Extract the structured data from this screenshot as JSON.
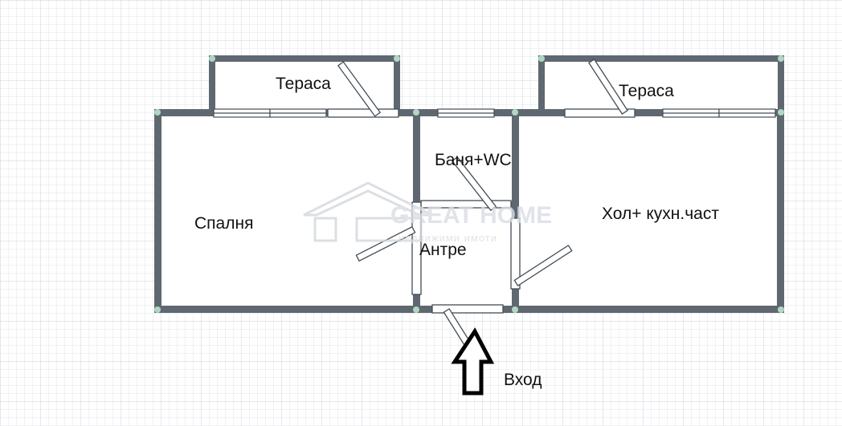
{
  "plan": {
    "rooms": {
      "terrace_left": "Тераса",
      "terrace_right": "Тераса",
      "bathroom": "Баня+WC",
      "bedroom": "Спалня",
      "living": "Хол+ кухн.част",
      "hallway": "Антре"
    },
    "entrance_label": "Вход",
    "watermark": {
      "title": "GREAT HOME",
      "subtitle": "недвижими имоти"
    },
    "colors": {
      "wall": "#5f6870",
      "grid_minor": "#e3e6ea",
      "grid_major": "#cdd2d8",
      "joint": "#b9e3cc"
    }
  }
}
